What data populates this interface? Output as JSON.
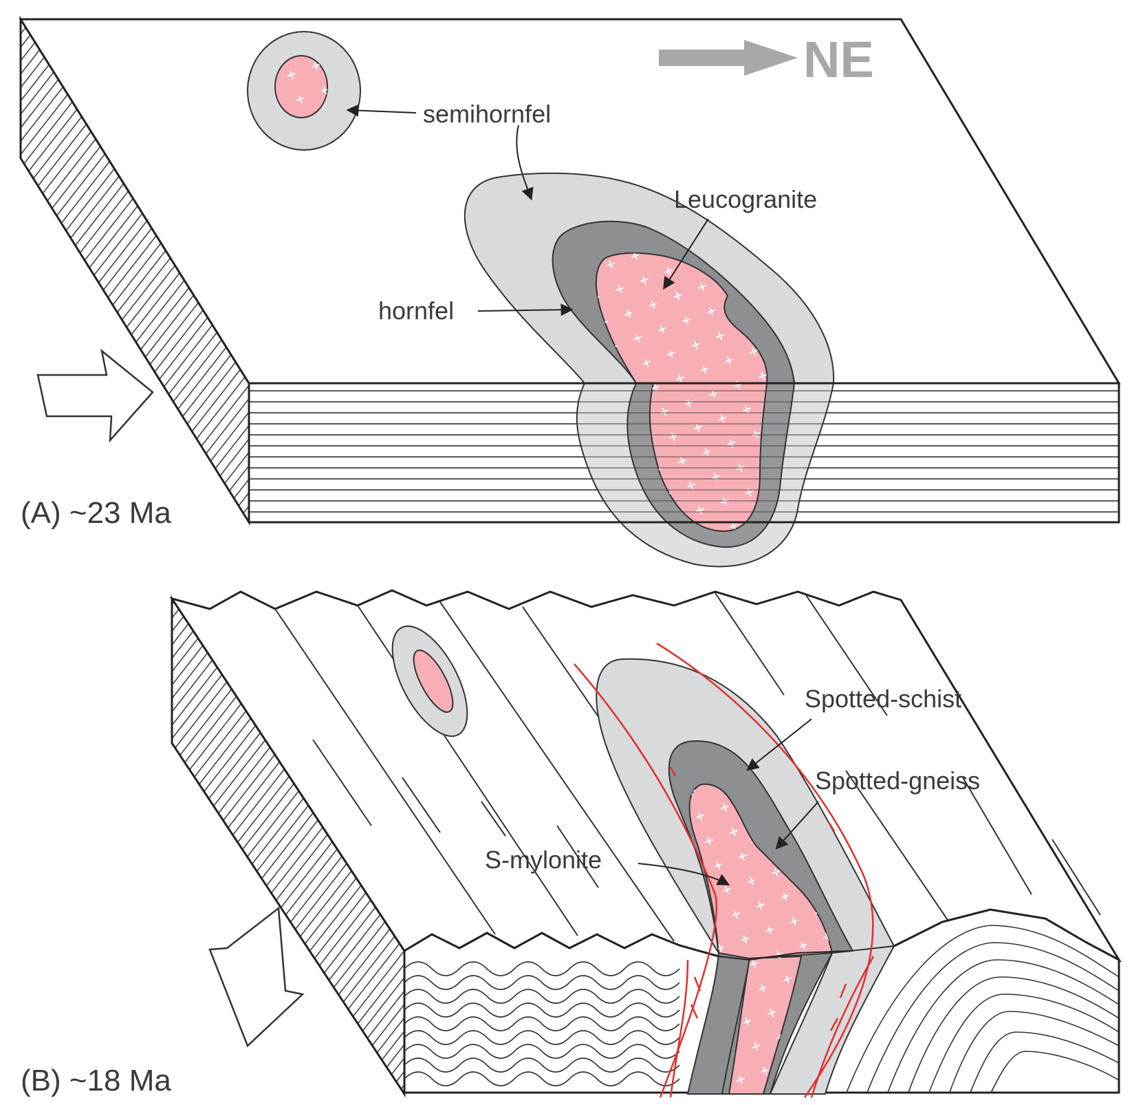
{
  "colors": {
    "leucogranite": "#f7aeb5",
    "semihornfel": "#d9dadb",
    "hornfel": "#8e8f92",
    "outline": "#333333",
    "shear_zone": "#e0302e",
    "arrow_ne": "#a8a8a8"
  },
  "direction": {
    "arrow_label": "NE"
  },
  "panel_a": {
    "caption": "(A) ~23 Ma",
    "labels": {
      "semihornfel": "semihornfel",
      "leucogranite": "Leucogranite",
      "hornfel": "hornfel"
    }
  },
  "panel_b": {
    "caption": "(B) ~18 Ma",
    "labels": {
      "spotted_schist": "Spotted-schist",
      "spotted_gneiss": "Spotted-gneiss",
      "s_mylonite": "S-mylonite"
    }
  }
}
